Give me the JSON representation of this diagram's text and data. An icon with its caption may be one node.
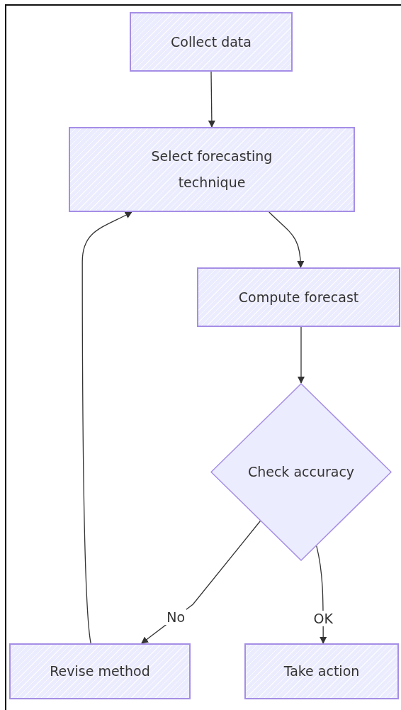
{
  "diagram": {
    "nodes": [
      {
        "text": [
          "Collect data"
        ]
      },
      {
        "text": [
          "Select forecasting technique"
        ]
      },
      {
        "text": [
          "Compute forecast"
        ]
      },
      {
        "text": [
          "Check accuracy"
        ]
      },
      {
        "text": [
          "Revise method"
        ]
      },
      {
        "text": [
          "Take action"
        ]
      }
    ],
    "edges": [
      {
        "from": 0,
        "to": 1,
        "arrow": "to"
      },
      {
        "from": 1,
        "to": 2,
        "arrow": "to"
      },
      {
        "from": 2,
        "to": 3,
        "arrow": "to"
      },
      {
        "from": 3,
        "to": 4,
        "label": "No",
        "arrow": "to"
      },
      {
        "from": 3,
        "to": 5,
        "label": "OK",
        "arrow": "to"
      },
      {
        "from": 4,
        "to": 1,
        "arrow": "to"
      }
    ]
  }
}
